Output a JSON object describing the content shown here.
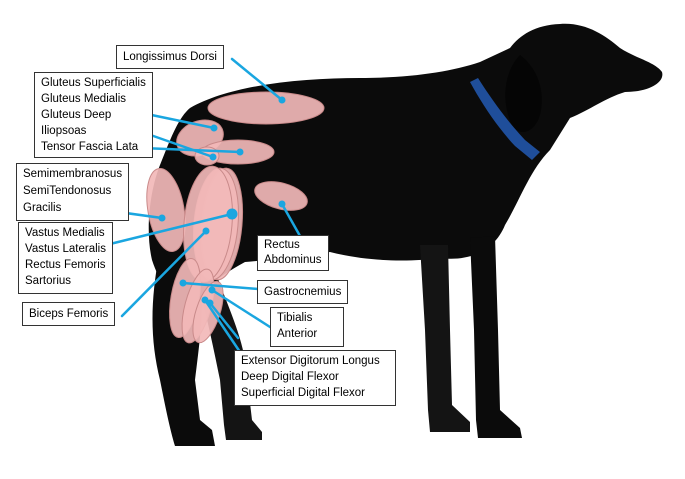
{
  "colors": {
    "dog": "#0b0b0b",
    "muscle_fill": "#f2b8b8",
    "muscle_stroke": "#c98a8a",
    "leader_line": "#1aa6e0",
    "collar": "#1f4e9a"
  },
  "labels": {
    "longissimus": [
      "Longissimus Dorsi"
    ],
    "gluteus_group": [
      "Gluteus Superficialis",
      "Gluteus Medialis",
      "Gluteus Deep",
      "Iliopsoas",
      "Tensor Fascia Lata"
    ],
    "hamstring_group": [
      "Semimembranosus",
      "SemiTendonosus",
      "Gracilis"
    ],
    "quad_group": [
      "Vastus Medialis",
      "Vastus Lateralis",
      "Rectus Femoris",
      "Sartorius"
    ],
    "biceps": [
      "Biceps Femoris"
    ],
    "rectus": [
      "Rectus",
      "Abdominus"
    ],
    "gastrocnemius": [
      "Gastrocnemius"
    ],
    "tibialis": [
      "Tibialis",
      "Anterior"
    ],
    "digital_group": [
      "Extensor Digitorum Longus",
      "Deep Digital Flexor",
      "Superficial Digital Flexor"
    ]
  }
}
